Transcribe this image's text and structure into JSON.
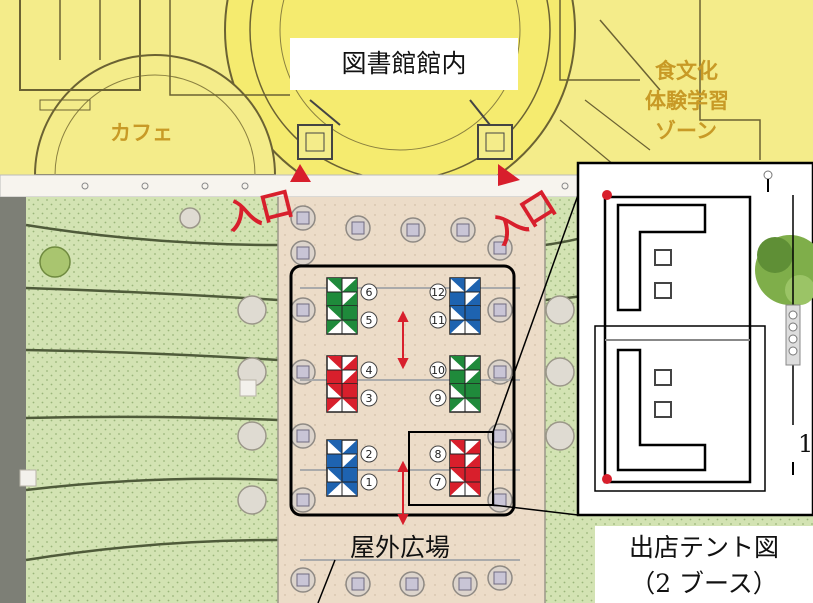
{
  "labels": {
    "library": "図書館館内",
    "outdoor_plaza": "屋外広場",
    "tent_diagram": "出店テント図",
    "tent_booths": "（2 ブース）",
    "entrance_left": "入口",
    "entrance_right": "入口",
    "cafe": "カフェ",
    "food_culture_1": "食文化",
    "food_culture_2": "体験学習",
    "food_culture_3": "ゾーン",
    "scale_fragment": "1"
  },
  "booths": [
    {
      "number": "1",
      "color": "#1e63b0"
    },
    {
      "number": "2",
      "color": "#1e63b0"
    },
    {
      "number": "3",
      "color": "#d81f2c"
    },
    {
      "number": "4",
      "color": "#d81f2c"
    },
    {
      "number": "5",
      "color": "#1f8a3b"
    },
    {
      "number": "6",
      "color": "#1f8a3b"
    },
    {
      "number": "7",
      "color": "#d81f2c"
    },
    {
      "number": "8",
      "color": "#d81f2c"
    },
    {
      "number": "9",
      "color": "#1f8a3b"
    },
    {
      "number": "10",
      "color": "#1f8a3b"
    },
    {
      "number": "11",
      "color": "#1e63b0"
    },
    {
      "number": "12",
      "color": "#1e63b0"
    }
  ],
  "colors": {
    "building": "#f4ec8a",
    "entrance_red": "#d81f2c",
    "lawn": "#d3e3b3",
    "plaza": "#ecdcc8"
  }
}
